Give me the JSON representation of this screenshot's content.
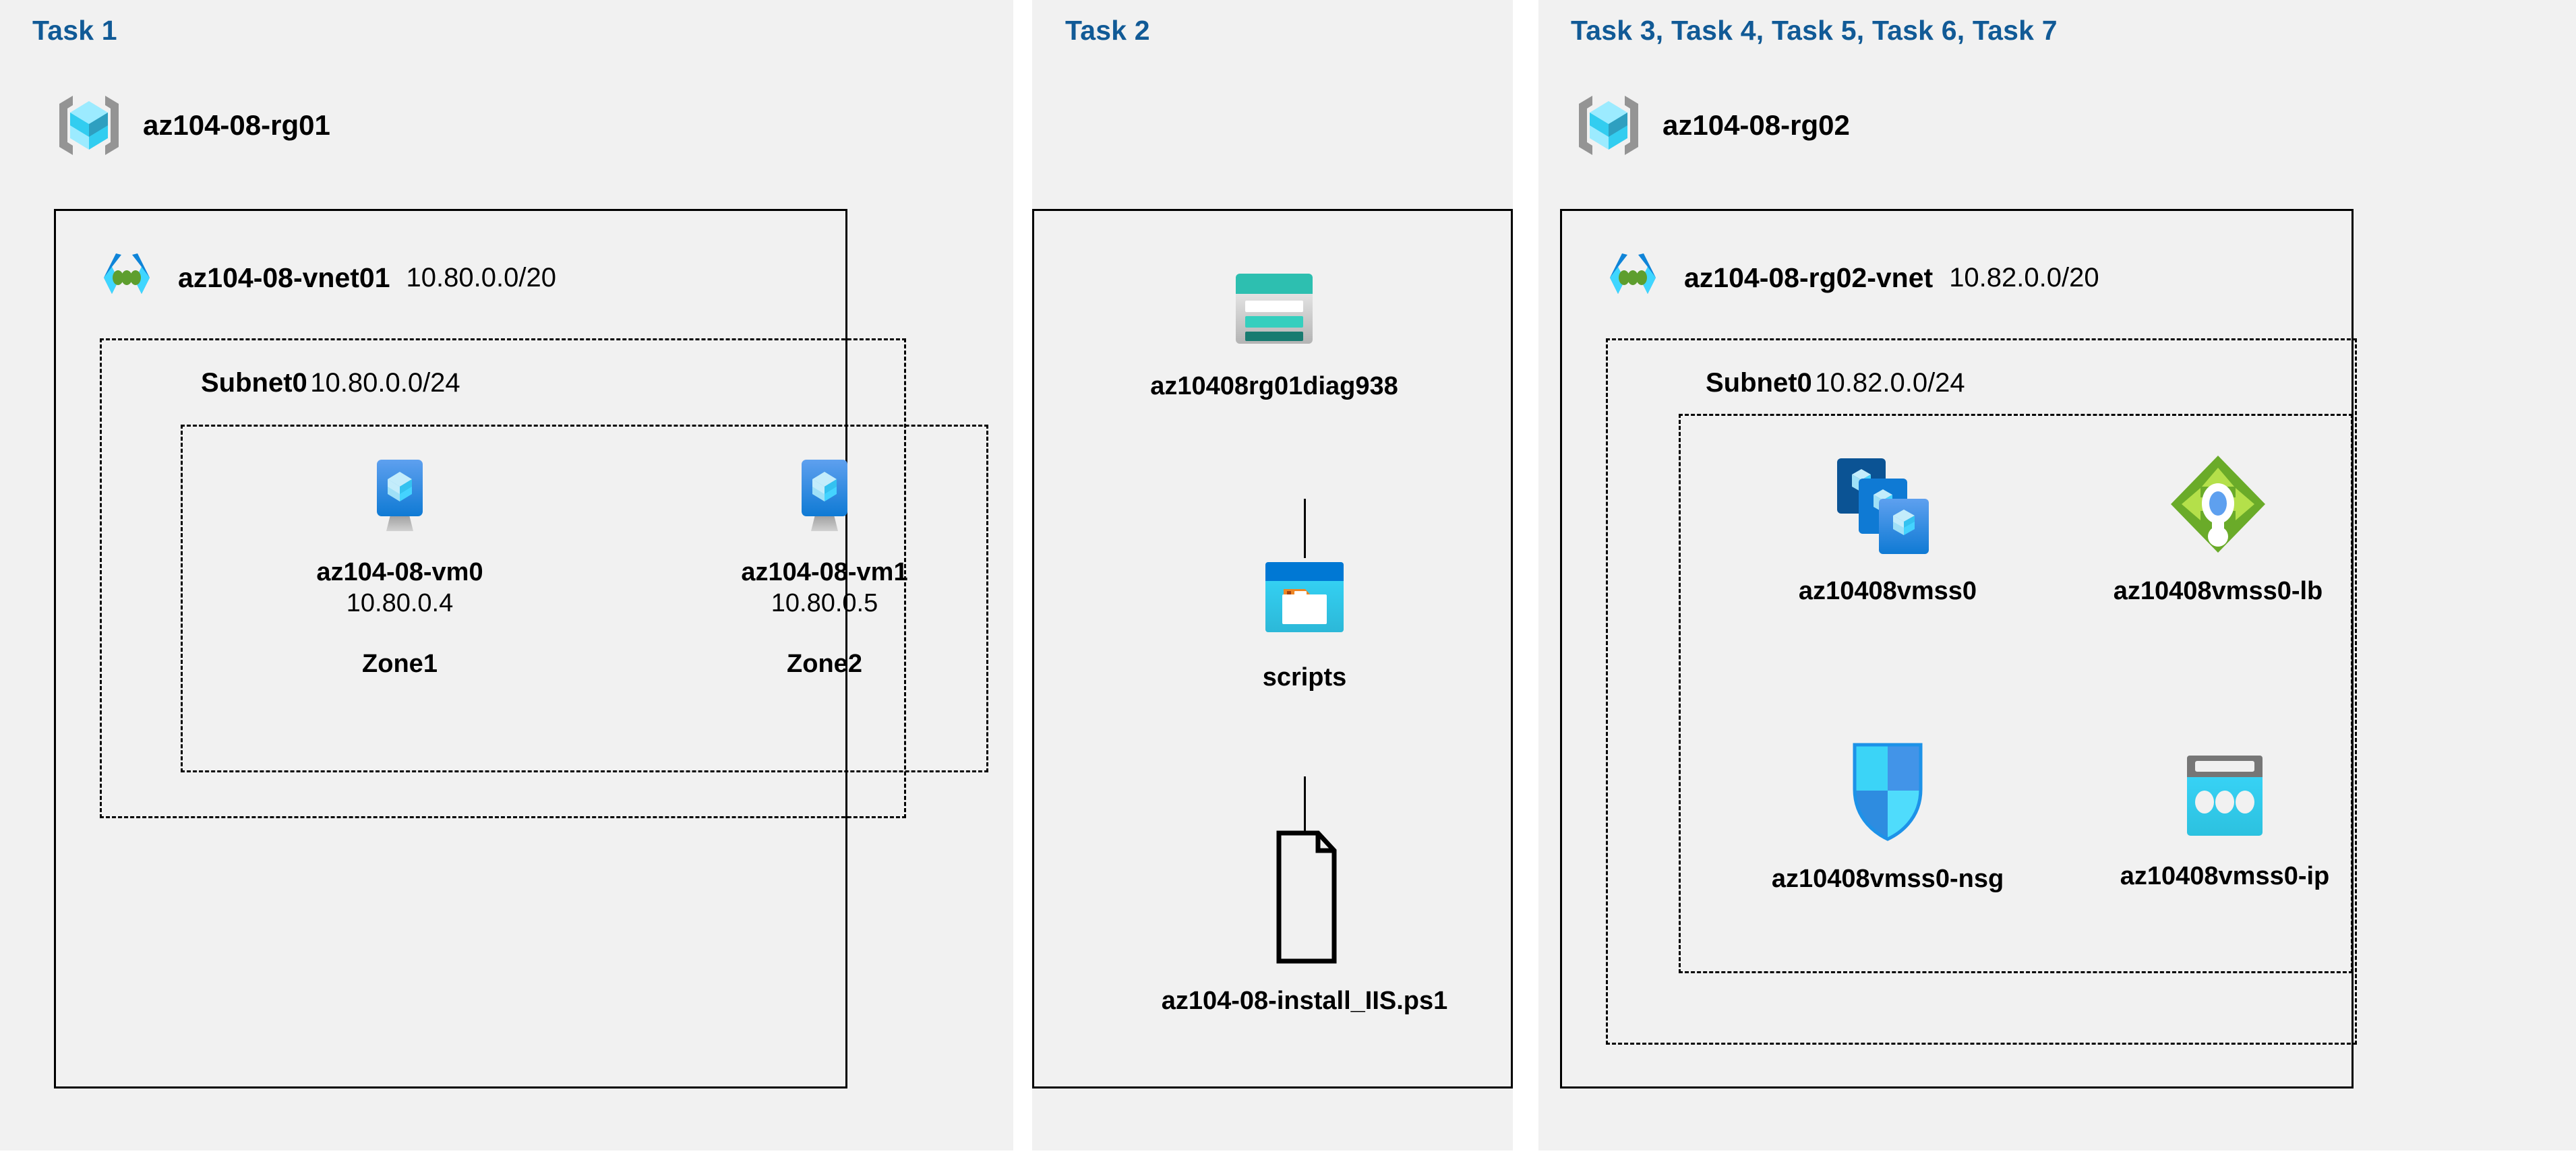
{
  "diagram": {
    "title_color": "#115a96",
    "panel_bg": "#f1f1f1",
    "page_bg": "#ffffff"
  },
  "panels": [
    {
      "id": "task1",
      "task_label": "Task 1",
      "resource_group": {
        "name": "az104-08-rg01",
        "icon": "resource-group-icon"
      },
      "vnet": {
        "name": "az104-08-vnet01",
        "cidr": "10.80.0.0/20",
        "icon": "virtual-network-icon"
      },
      "subnet": {
        "name": "Subnet0",
        "cidr": "10.80.0.0/24"
      },
      "vms": [
        {
          "name": "az104-08-vm0",
          "ip": "10.80.0.4",
          "zone": "Zone1",
          "icon": "virtual-machine-icon"
        },
        {
          "name": "az104-08-vm1",
          "ip": "10.80.0.5",
          "zone": "Zone2",
          "icon": "virtual-machine-icon"
        }
      ]
    },
    {
      "id": "task2",
      "task_label": "Task 2",
      "items": [
        {
          "name": "az10408rg01diag938",
          "icon": "storage-account-icon"
        },
        {
          "name": "scripts",
          "icon": "blob-container-icon"
        },
        {
          "name": "az104-08-install_IIS.ps1",
          "icon": "file-icon"
        }
      ]
    },
    {
      "id": "task3",
      "task_label": "Task 3, Task 4, Task 5, Task 6, Task 7",
      "resource_group": {
        "name": "az104-08-rg02",
        "icon": "resource-group-icon"
      },
      "vnet": {
        "name": "az104-08-rg02-vnet",
        "cidr": "10.82.0.0/20",
        "icon": "virtual-network-icon"
      },
      "subnet": {
        "name": "Subnet0",
        "cidr": "10.82.0.0/24"
      },
      "resources": [
        {
          "name": "az10408vmss0",
          "icon": "vm-scale-set-icon"
        },
        {
          "name": "az10408vmss0-lb",
          "icon": "load-balancer-icon"
        },
        {
          "name": "az10408vmss0-nsg",
          "icon": "network-security-group-icon"
        },
        {
          "name": "az10408vmss0-ip",
          "icon": "public-ip-address-icon"
        }
      ]
    }
  ]
}
